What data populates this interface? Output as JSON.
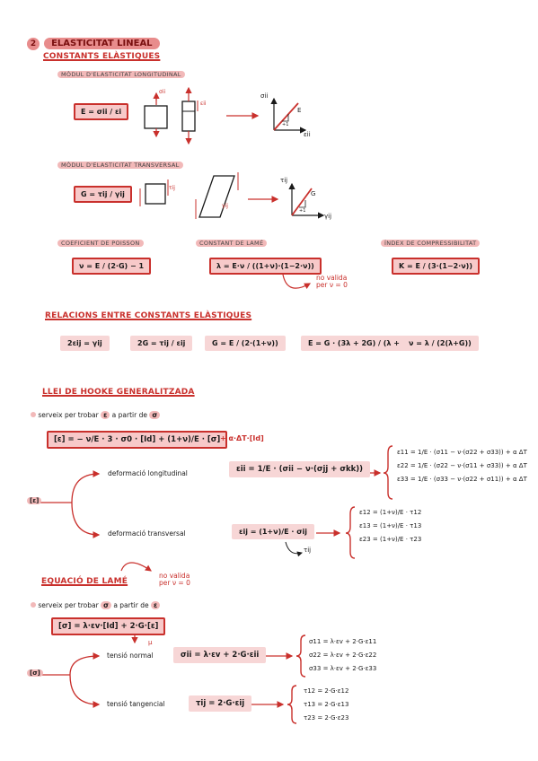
{
  "section": {
    "number": "2",
    "title": "ELASTICITAT LINEAL"
  },
  "constants": {
    "heading": "CONSTANTS ELÀSTIQUES",
    "young": {
      "label": "MÒDUL D'ELASTICITAT LONGITUDINAL",
      "formula": "E = σii / εi",
      "sigma_label": "σii",
      "eps_label": "εii",
      "graph_y": "σii",
      "graph_x": "εii",
      "slope": "E",
      "unit": "+1"
    },
    "shear": {
      "label": "MÒDUL D'ELASTICITAT TRANSVERSAL",
      "formula": "G = τij / γij",
      "tau_label": "τij",
      "gamma_label": "γij",
      "graph_y": "τij",
      "graph_x": "γij",
      "slope": "G",
      "unit": "+1"
    },
    "poisson": {
      "label": "COEFICIENT DE POISSON",
      "formula": "ν = E / (2·G) − 1"
    },
    "lame": {
      "label": "CONSTANT DE LAMÉ",
      "formula": "λ = E·ν / ((1+ν)·(1−2·ν))",
      "note_line1": "no valida",
      "note_line2": "per ν = 0"
    },
    "bulk": {
      "label": "ÍNDEX DE COMPRESSIBILITAT",
      "formula": "K = E / (3·(1−2·ν))"
    }
  },
  "relations": {
    "heading": "RELACIONS ENTRE CONSTANTS ELÀSTIQUES",
    "items": [
      "2εij = γij",
      "2G = τij / εij",
      "G = E / (2·(1+ν))",
      "E = G · (3λ + 2G) / (λ + G)",
      "ν = λ / (2(λ+G))"
    ]
  },
  "hooke": {
    "heading": "LLEI DE HOOKE GENERALITZADA",
    "bullet": {
      "text1": "serveix per trobar",
      "chip1": "ε",
      "text2": "a partir de",
      "chip2": "σ"
    },
    "main_formula": "[ε] = − ν/E · 3 · σ0 · [Id] + (1+ν)/E · [σ]",
    "thermal": "+ α·ΔT·[Id]",
    "root": "[ε]",
    "longitudinal": {
      "label": "deformació longitudinal",
      "formula": "εii = 1/E · (σii − ν·(σjj + σkk))",
      "eqs": [
        "ε11 = 1/E · (σ11 − ν·(σ22 + σ33)) + α ΔT",
        "ε22 = 1/E · (σ22 − ν·(σ11 + σ33)) + α ΔT",
        "ε33 = 1/E · (σ33 − ν·(σ22 + σ11)) + α ΔT"
      ]
    },
    "transversal": {
      "label": "deformació transversal",
      "formula": "εij = (1+ν)/E · σij",
      "note": "τij",
      "eqs": [
        "ε12 = (1+ν)/E · τ12",
        "ε13 = (1+ν)/E · τ13",
        "ε23 = (1+ν)/E · τ23"
      ]
    }
  },
  "lame_eq": {
    "heading": "EQUACIÓ DE LAMÉ",
    "note_line1": "no valida",
    "note_line2": "per ν = 0",
    "bullet": {
      "text1": "serveix per trobar",
      "chip1": "σ",
      "text2": "a partir de",
      "chip2": "ε"
    },
    "main_formula": "[σ] = λ·εv·[Id] + 2·G·[ε]",
    "mu": "μ",
    "root": "[σ]",
    "normal": {
      "label": "tensió normal",
      "formula": "σii = λ·εv + 2·G·εii",
      "eqs": [
        "σ11 = λ·εv + 2·G·ε11",
        "σ22 = λ·εv + 2·G·ε22",
        "σ33 = λ·εv + 2·G·ε33"
      ]
    },
    "tangential": {
      "label": "tensió tangencial",
      "formula": "τij = 2·G·εij",
      "eqs": [
        "τ12 = 2·G·ε12",
        "τ13 = 2·G·ε13",
        "τ23 = 2·G·ε23"
      ]
    }
  },
  "colors": {
    "accent": "#c9302c",
    "highlight": "#f2b9b9",
    "box_fill": "#f7c9c9"
  }
}
